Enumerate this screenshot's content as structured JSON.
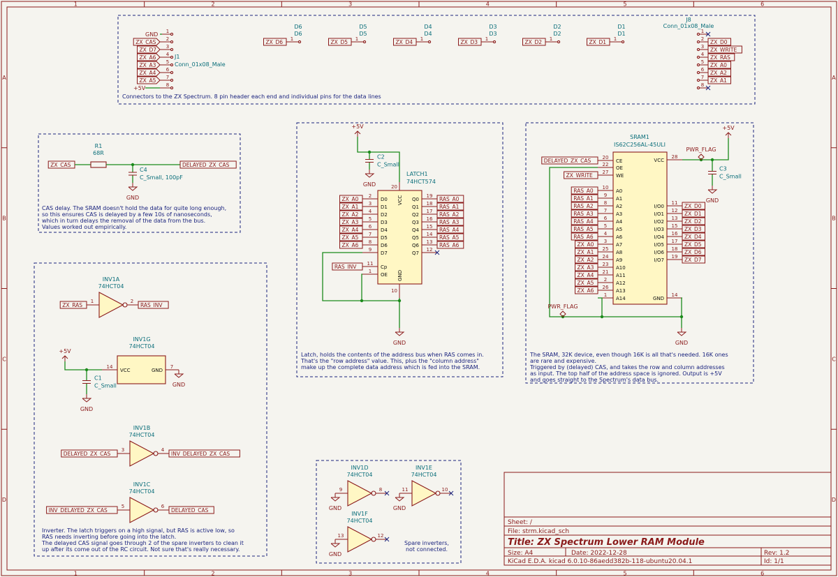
{
  "frame": {
    "columns": [
      "1",
      "2",
      "3",
      "4",
      "5",
      "6"
    ],
    "rows": [
      "A",
      "B",
      "C",
      "D"
    ]
  },
  "notes": {
    "connectors": "Connectors to the ZX Spectrum. 8 pin header each end and individual pins for the data lines",
    "cas_delay": [
      "CAS delay. The SRAM doesn't hold the data for quite long enough,",
      "so this ensures CAS is delayed by a few 10s of nanoseconds,",
      "which in turn delays the removal of the data from the bus.",
      "Values worked out empirically."
    ],
    "latch": [
      "Latch, holds the contents of the address bus when RAS comes in.",
      "That's the \"row address\" value. This, plus the \"column address\"",
      "make up the complete data address which is fed into the SRAM."
    ],
    "sram": [
      "The SRAM, 32K device, even though 16K is all that's needed. 16K ones",
      "are rare and expensive.",
      "Triggered by (delayed) CAS, and takes the row and column addresses",
      "as input. The top half of the address space is ignored. Output is +5V",
      "and goes straight to the Spectrum's data bus."
    ],
    "inverter": [
      "Inverter. The latch triggers on a high signal, but RAS is active low, so",
      "RAS needs inverting before going into the latch.",
      "The delayed CAS signal goes through 2 of the spare inverters to clean it",
      "up after its come out of the RC circuit. Not sure that's really necessary."
    ],
    "spare": [
      "Spare inverters,",
      "not connected."
    ]
  },
  "j1": {
    "ref": "J1",
    "value": "Conn_01x08_Male",
    "labels": [
      "GND",
      "ZX_CAS",
      "ZX_D7",
      "ZX_A6",
      "ZX_A3",
      "ZX_A4",
      "ZX_A5",
      "+5V"
    ],
    "pins": [
      "1",
      "2",
      "3",
      "4",
      "5",
      "6",
      "7",
      "8"
    ]
  },
  "j8": {
    "ref": "J8",
    "value": "Conn_01x08_Male",
    "labels": [
      "",
      "ZX_D0",
      "ZX_WRITE",
      "ZX_RAS",
      "ZX_A0",
      "ZX_A2",
      "ZX_A1",
      ""
    ],
    "pins": [
      "1",
      "2",
      "3",
      "4",
      "5",
      "6",
      "7",
      "8"
    ]
  },
  "data_pins": [
    {
      "ref": "D6",
      "value": "D6",
      "label": "ZX_D6",
      "pin": "1"
    },
    {
      "ref": "D5",
      "value": "D5",
      "label": "ZX_D5",
      "pin": "1"
    },
    {
      "ref": "D4",
      "value": "D4",
      "label": "ZX_D4",
      "pin": "1"
    },
    {
      "ref": "D3",
      "value": "D3",
      "label": "ZX_D3",
      "pin": "1"
    },
    {
      "ref": "D2",
      "value": "D2",
      "label": "ZX_D2",
      "pin": "1"
    },
    {
      "ref": "D1",
      "value": "D1",
      "label": "ZX_D1",
      "pin": "1"
    }
  ],
  "rc": {
    "r_ref": "R1",
    "r_val": "68R",
    "c_ref": "C4",
    "c_val": "C_Small, 100pF",
    "in": "ZX_CAS",
    "out": "DELAYED_ZX_CAS",
    "gnd": "GND"
  },
  "latch": {
    "ref": "LATCH1",
    "value": "74HCT574",
    "c_ref": "C2",
    "c_val": "C_Small",
    "vcc": "+5V",
    "gnd": "GND",
    "gnd2": "GND",
    "vcc_pin_name": "VCC",
    "vcc_pin": "20",
    "gnd_pin_name": "GND",
    "gnd_pin": "10",
    "in_labels": [
      "ZX_A0",
      "ZX_A1",
      "ZX_A2",
      "ZX_A3",
      "ZX_A4",
      "ZX_A5",
      "ZX_A6"
    ],
    "in_names": [
      "D0",
      "D1",
      "D2",
      "D3",
      "D4",
      "D5",
      "D6",
      "D7"
    ],
    "in_pins": [
      "2",
      "3",
      "4",
      "5",
      "6",
      "7",
      "8",
      "9"
    ],
    "out_names": [
      "Q0",
      "Q1",
      "Q2",
      "Q3",
      "Q4",
      "Q5",
      "Q6",
      "Q7"
    ],
    "out_pins": [
      "19",
      "18",
      "17",
      "16",
      "15",
      "14",
      "13",
      "12"
    ],
    "out_labels": [
      "RAS_A0",
      "RAS_A1",
      "RAS_A2",
      "RAS_A3",
      "RAS_A4",
      "RAS_A5",
      "RAS_A6"
    ],
    "cp_name": "Cp",
    "cp_pin": "11",
    "cp_label": "RAS_INV",
    "oe_name": "OE",
    "oe_pin": "1"
  },
  "sram": {
    "ref": "SRAM1",
    "value": "IS62C256AL-45ULI",
    "vcc": "+5V",
    "gnd": "GND",
    "pwr_flag": "PWR_FLAG",
    "pwr_flag2": "PWR_FLAG",
    "c_ref": "C3",
    "c_val": "C_Small",
    "c_gnd": "GND",
    "ctl_labels": [
      "DELAYED_ZX_CAS",
      "",
      "ZX_WRITE"
    ],
    "ctl_names": [
      "CE",
      "OE",
      "WE"
    ],
    "ctl_pins": [
      "20",
      "22",
      "27"
    ],
    "vcc_name": "VCC",
    "vcc_pin": "28",
    "gnd_name": "GND",
    "gnd_pin": "14",
    "addr_labels": [
      "RAS_A0",
      "RAS_A1",
      "RAS_A2",
      "RAS_A3",
      "RAS_A4",
      "RAS_A5",
      "RAS_A6",
      "ZX_A0",
      "ZX_A1",
      "ZX_A2",
      "ZX_A3",
      "ZX_A4",
      "ZX_A5",
      "ZX_A6",
      ""
    ],
    "addr_names": [
      "A0",
      "A1",
      "A2",
      "A3",
      "A4",
      "A5",
      "A6",
      "A7",
      "A8",
      "A9",
      "A10",
      "A11",
      "A12",
      "A13",
      "A14"
    ],
    "addr_pins": [
      "10",
      "9",
      "8",
      "7",
      "6",
      "5",
      "4",
      "3",
      "25",
      "24",
      "23",
      "21",
      "2",
      "26",
      "1"
    ],
    "io_names": [
      "I/O0",
      "I/O1",
      "I/O2",
      "I/O3",
      "I/O4",
      "I/O5",
      "I/O6",
      "I/O7"
    ],
    "io_pins": [
      "11",
      "12",
      "13",
      "15",
      "16",
      "17",
      "18",
      "19"
    ],
    "io_labels": [
      "ZX_D0",
      "ZX_D1",
      "ZX_D2",
      "ZX_D3",
      "ZX_D4",
      "ZX_D5",
      "ZX_D6",
      "ZX_D7"
    ]
  },
  "inv": {
    "a": {
      "ref": "INV1A",
      "value": "74HCT04",
      "in": "ZX_RAS",
      "out": "RAS_INV",
      "pin_in": "1",
      "pin_out": "2"
    },
    "g": {
      "ref": "INV1G",
      "value": "74HCT04",
      "vcc": "+5V",
      "vcc_name": "VCC",
      "gnd_name": "GND",
      "pin_vcc": "14",
      "pin_gnd": "7",
      "gnd": "GND",
      "c_ref": "C1",
      "c_val": "C_Small",
      "c_gnd": "GND"
    },
    "b": {
      "ref": "INV1B",
      "value": "74HCT04",
      "in": "DELAYED_ZX_CAS",
      "out": "INV_DELAYED_ZX_CAS",
      "pin_in": "3",
      "pin_out": "4"
    },
    "c": {
      "ref": "INV1C",
      "value": "74HCT04",
      "in": "INV_DELAYED_ZX_CAS",
      "out": "DELAYED_CAS",
      "pin_in": "5",
      "pin_out": "6"
    },
    "d": {
      "ref": "INV1D",
      "value": "74HCT04",
      "pin_in": "9",
      "pin_out": "8",
      "gnd": "GND"
    },
    "e": {
      "ref": "INV1E",
      "value": "74HCT04",
      "pin_in": "11",
      "pin_out": "10",
      "gnd": "GND"
    },
    "f": {
      "ref": "INV1F",
      "value": "74HCT04",
      "pin_in": "13",
      "pin_out": "12",
      "gnd": "GND"
    }
  },
  "title_block": {
    "sheet": "Sheet: /",
    "file": "File: strm.kicad_sch",
    "title": "Title: ZX Spectrum Lower RAM Module",
    "size": "Size: A4",
    "date": "Date: 2022-12-28",
    "rev": "Rev: 1.2",
    "tool": "KiCad E.D.A.  kicad 6.0.10-86aedd382b-118-ubuntu20.04.1",
    "id": "Id: 1/1"
  }
}
